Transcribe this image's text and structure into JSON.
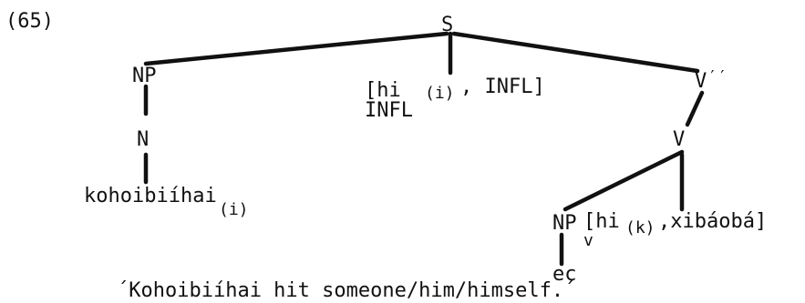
{
  "example_number": "(65)",
  "nodes": {
    "s": "S",
    "np_subject": "NP",
    "infl_bracket": "[hi",
    "infl_index": "(i)",
    "infl_rest": ", INFL]",
    "infl_label": "INFL",
    "v_double_bar": "V",
    "v_double_bar_primes": "′′",
    "n": "N",
    "v": "V",
    "subject_word": "kohoibiíhai",
    "subject_index": "(i)",
    "np_object": "NP",
    "verb_bracket_open": "[hi",
    "verb_index": "(k)",
    "verb_bracket_rest": ",xibáobá]",
    "verb_label": "v",
    "empty_category": "ec"
  },
  "gloss": "´Kohoibiíhai hit someone/him/himself.´"
}
